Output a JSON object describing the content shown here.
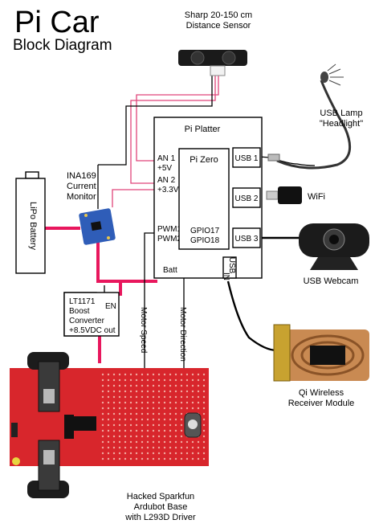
{
  "title": "Pi Car",
  "subtitle": "Block Diagram",
  "sensor": {
    "line1": "Sharp 20-150 cm",
    "line2": "Distance Sensor"
  },
  "usb_lamp": {
    "line1": "USB Lamp",
    "line2": "\"Headlight\""
  },
  "platter": {
    "title": "Pi Platter",
    "an1": "AN 1",
    "an1_sub": "+5V",
    "an2": "AN 2",
    "an2_sub": "+3.3V",
    "pwm1": "PWM1",
    "pwm2": "PWM2",
    "batt": "Batt",
    "usb_in_1": "USB",
    "usb_in_2": "IN"
  },
  "pizero": {
    "title": "Pi Zero",
    "gpio17": "GPIO17",
    "gpio18": "GPIO18"
  },
  "usb_ports": {
    "usb1": "USB 1",
    "usb2": "USB 2",
    "usb3": "USB 3"
  },
  "wifi": "WiFi",
  "webcam": "USB Webcam",
  "ina169": {
    "line1": "INA169",
    "line2": "Current",
    "line3": "Monitor"
  },
  "lipo": "LiPo Battery",
  "boost": {
    "line1": "LT1171",
    "line2": "Boost",
    "line3": "Converter",
    "line4": "+8.5VDC out",
    "en": "EN"
  },
  "motor_speed": "Motor Speed",
  "motor_direction": "Motor Direction",
  "qi": {
    "line1": "Qi Wireless",
    "line2": "Receiver Module"
  },
  "base": {
    "line1": "Hacked Sparkfun",
    "line2": "Ardubot Base",
    "line3": "with L293D Driver"
  },
  "colors": {
    "power_wire": "#e8175d",
    "signal_wire": "#e0457a",
    "board_red": "#d8262c",
    "monitor_blue": "#2f5db8"
  }
}
